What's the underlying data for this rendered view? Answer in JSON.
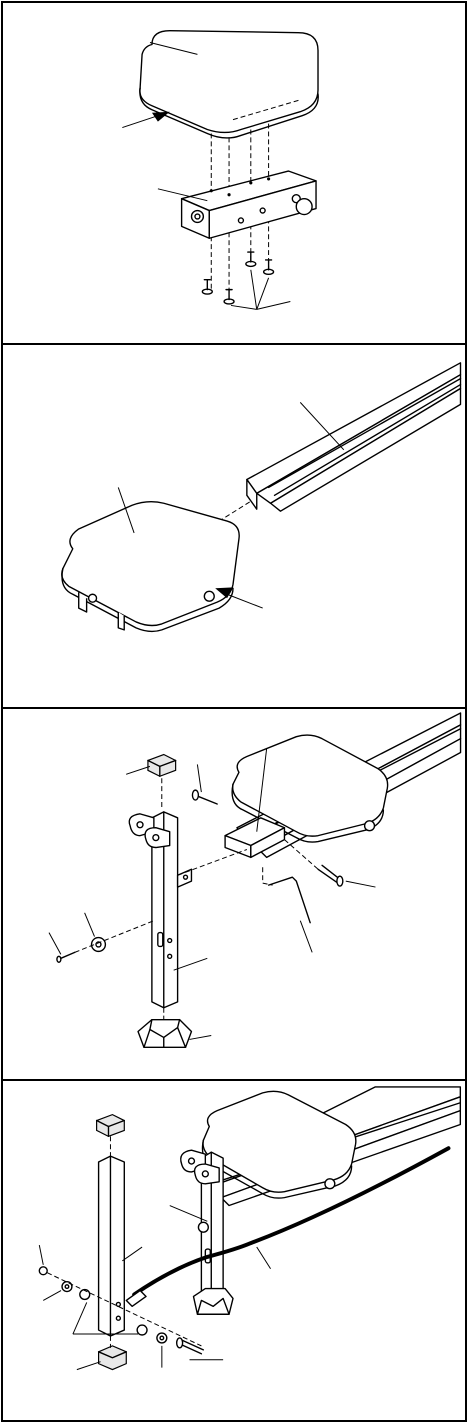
{
  "figure": {
    "steps": [
      {
        "id": "step-1",
        "callouts": 4
      },
      {
        "id": "step-2",
        "callouts": 3
      },
      {
        "id": "step-3",
        "callouts": 9
      },
      {
        "id": "step-4",
        "callouts": 10
      }
    ],
    "colors": {
      "line": "#000000",
      "background": "#ffffff",
      "shade": "#e8e8e8"
    }
  }
}
